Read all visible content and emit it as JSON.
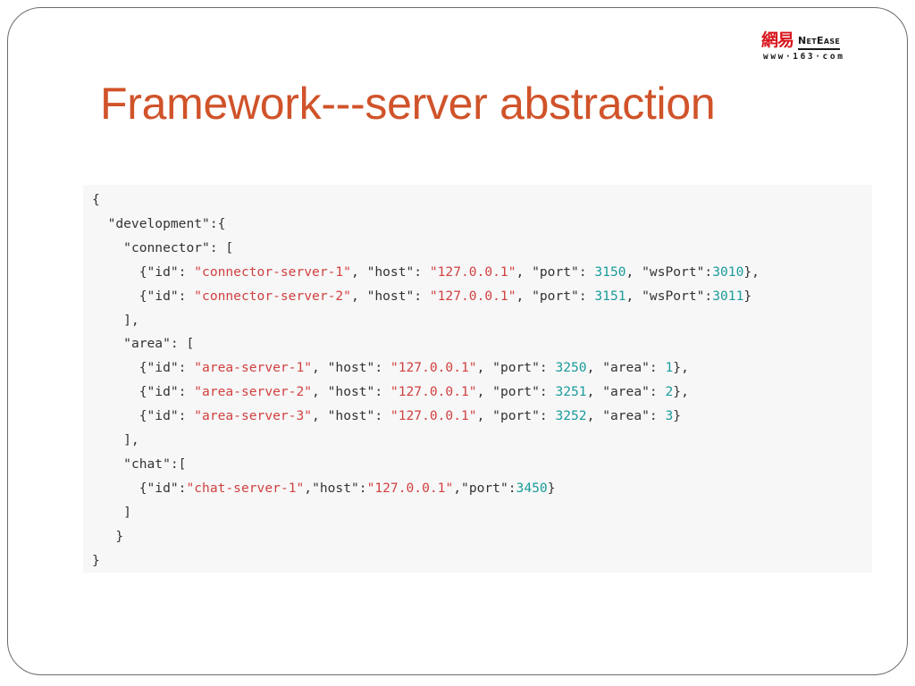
{
  "header": {
    "logo_cn": "網易",
    "logo_en": "NetEase",
    "logo_url": "www·163·com"
  },
  "title": "Framework---server abstraction",
  "code": {
    "lines": [
      [
        {
          "t": "p",
          "v": "{"
        }
      ],
      [
        {
          "t": "p",
          "v": "  "
        },
        {
          "t": "key",
          "v": "\"development\""
        },
        {
          "t": "p",
          "v": ":{"
        }
      ],
      [
        {
          "t": "p",
          "v": "    "
        },
        {
          "t": "key",
          "v": "\"connector\""
        },
        {
          "t": "p",
          "v": ": ["
        }
      ],
      [
        {
          "t": "p",
          "v": "      {"
        },
        {
          "t": "key",
          "v": "\"id\""
        },
        {
          "t": "p",
          "v": ": "
        },
        {
          "t": "str",
          "v": "\"connector-server-1\""
        },
        {
          "t": "p",
          "v": ", "
        },
        {
          "t": "key",
          "v": "\"host\""
        },
        {
          "t": "p",
          "v": ": "
        },
        {
          "t": "str",
          "v": "\"127.0.0.1\""
        },
        {
          "t": "p",
          "v": ", "
        },
        {
          "t": "key",
          "v": "\"port\""
        },
        {
          "t": "p",
          "v": ": "
        },
        {
          "t": "num",
          "v": "3150"
        },
        {
          "t": "p",
          "v": ", "
        },
        {
          "t": "key",
          "v": "\"wsPort\""
        },
        {
          "t": "p",
          "v": ":"
        },
        {
          "t": "num",
          "v": "3010"
        },
        {
          "t": "p",
          "v": "},"
        }
      ],
      [
        {
          "t": "p",
          "v": "      {"
        },
        {
          "t": "key",
          "v": "\"id\""
        },
        {
          "t": "p",
          "v": ": "
        },
        {
          "t": "str",
          "v": "\"connector-server-2\""
        },
        {
          "t": "p",
          "v": ", "
        },
        {
          "t": "key",
          "v": "\"host\""
        },
        {
          "t": "p",
          "v": ": "
        },
        {
          "t": "str",
          "v": "\"127.0.0.1\""
        },
        {
          "t": "p",
          "v": ", "
        },
        {
          "t": "key",
          "v": "\"port\""
        },
        {
          "t": "p",
          "v": ": "
        },
        {
          "t": "num",
          "v": "3151"
        },
        {
          "t": "p",
          "v": ", "
        },
        {
          "t": "key",
          "v": "\"wsPort\""
        },
        {
          "t": "p",
          "v": ":"
        },
        {
          "t": "num",
          "v": "3011"
        },
        {
          "t": "p",
          "v": "}"
        }
      ],
      [
        {
          "t": "p",
          "v": "    ],"
        }
      ],
      [
        {
          "t": "p",
          "v": "    "
        },
        {
          "t": "key",
          "v": "\"area\""
        },
        {
          "t": "p",
          "v": ": ["
        }
      ],
      [
        {
          "t": "p",
          "v": "      {"
        },
        {
          "t": "key",
          "v": "\"id\""
        },
        {
          "t": "p",
          "v": ": "
        },
        {
          "t": "str",
          "v": "\"area-server-1\""
        },
        {
          "t": "p",
          "v": ", "
        },
        {
          "t": "key",
          "v": "\"host\""
        },
        {
          "t": "p",
          "v": ": "
        },
        {
          "t": "str",
          "v": "\"127.0.0.1\""
        },
        {
          "t": "p",
          "v": ", "
        },
        {
          "t": "key",
          "v": "\"port\""
        },
        {
          "t": "p",
          "v": ": "
        },
        {
          "t": "num",
          "v": "3250"
        },
        {
          "t": "p",
          "v": ", "
        },
        {
          "t": "key",
          "v": "\"area\""
        },
        {
          "t": "p",
          "v": ": "
        },
        {
          "t": "num",
          "v": "1"
        },
        {
          "t": "p",
          "v": "},"
        }
      ],
      [
        {
          "t": "p",
          "v": "      {"
        },
        {
          "t": "key",
          "v": "\"id\""
        },
        {
          "t": "p",
          "v": ": "
        },
        {
          "t": "str",
          "v": "\"area-server-2\""
        },
        {
          "t": "p",
          "v": ", "
        },
        {
          "t": "key",
          "v": "\"host\""
        },
        {
          "t": "p",
          "v": ": "
        },
        {
          "t": "str",
          "v": "\"127.0.0.1\""
        },
        {
          "t": "p",
          "v": ", "
        },
        {
          "t": "key",
          "v": "\"port\""
        },
        {
          "t": "p",
          "v": ": "
        },
        {
          "t": "num",
          "v": "3251"
        },
        {
          "t": "p",
          "v": ", "
        },
        {
          "t": "key",
          "v": "\"area\""
        },
        {
          "t": "p",
          "v": ": "
        },
        {
          "t": "num",
          "v": "2"
        },
        {
          "t": "p",
          "v": "},"
        }
      ],
      [
        {
          "t": "p",
          "v": "      {"
        },
        {
          "t": "key",
          "v": "\"id\""
        },
        {
          "t": "p",
          "v": ": "
        },
        {
          "t": "str",
          "v": "\"area-server-3\""
        },
        {
          "t": "p",
          "v": ", "
        },
        {
          "t": "key",
          "v": "\"host\""
        },
        {
          "t": "p",
          "v": ": "
        },
        {
          "t": "str",
          "v": "\"127.0.0.1\""
        },
        {
          "t": "p",
          "v": ", "
        },
        {
          "t": "key",
          "v": "\"port\""
        },
        {
          "t": "p",
          "v": ": "
        },
        {
          "t": "num",
          "v": "3252"
        },
        {
          "t": "p",
          "v": ", "
        },
        {
          "t": "key",
          "v": "\"area\""
        },
        {
          "t": "p",
          "v": ": "
        },
        {
          "t": "num",
          "v": "3"
        },
        {
          "t": "p",
          "v": "}"
        }
      ],
      [
        {
          "t": "p",
          "v": "    ],"
        }
      ],
      [
        {
          "t": "p",
          "v": "    "
        },
        {
          "t": "key",
          "v": "\"chat\""
        },
        {
          "t": "p",
          "v": ":["
        }
      ],
      [
        {
          "t": "p",
          "v": "      {"
        },
        {
          "t": "key",
          "v": "\"id\""
        },
        {
          "t": "p",
          "v": ":"
        },
        {
          "t": "str",
          "v": "\"chat-server-1\""
        },
        {
          "t": "p",
          "v": ","
        },
        {
          "t": "key",
          "v": "\"host\""
        },
        {
          "t": "p",
          "v": ":"
        },
        {
          "t": "str",
          "v": "\"127.0.0.1\""
        },
        {
          "t": "p",
          "v": ","
        },
        {
          "t": "key",
          "v": "\"port\""
        },
        {
          "t": "p",
          "v": ":"
        },
        {
          "t": "num",
          "v": "3450"
        },
        {
          "t": "p",
          "v": "}"
        }
      ],
      [
        {
          "t": "p",
          "v": "    ]"
        }
      ],
      [
        {
          "t": "p",
          "v": "   }"
        }
      ],
      [
        {
          "t": "p",
          "v": "}"
        }
      ]
    ]
  },
  "colors": {
    "title": "#d0532a",
    "string": "#d14040",
    "number": "#1a9b9b",
    "key": "#333333",
    "logo_red": "#d8141b",
    "code_bg": "#f7f7f7"
  }
}
